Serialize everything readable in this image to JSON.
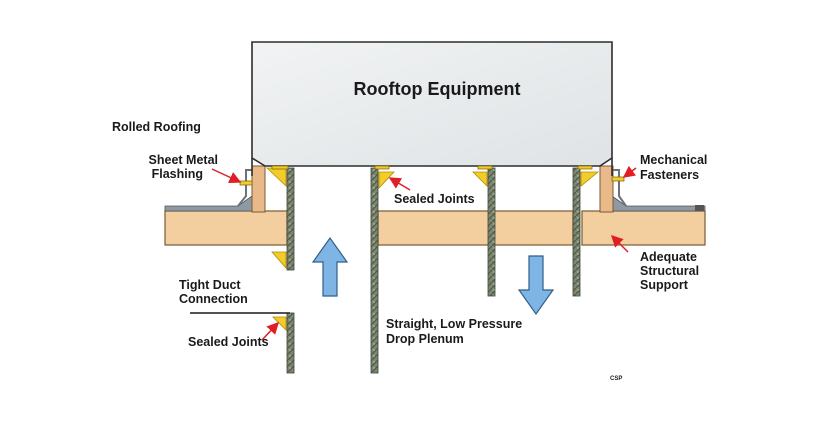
{
  "diagram": {
    "equipment_label": "Rooftop Equipment",
    "labels": {
      "rolled_roofing": "Rolled Roofing",
      "sheet_metal_line1": "Sheet Metal",
      "sheet_metal_line2": "Flashing",
      "mechanical_line1": "Mechanical",
      "mechanical_line2": "Fasteners",
      "sealed_joints_top": "Sealed Joints",
      "adequate_line1": "Adequate",
      "adequate_line2": "Structural",
      "adequate_line3": "Support",
      "tight_duct_line1": "Tight Duct",
      "tight_duct_line2": "Connection",
      "sealed_joints_bottom": "Sealed Joints",
      "plenum_line1": "Straight, Low Pressure",
      "plenum_line2": "Drop Plenum",
      "credit": "CSP"
    },
    "colors": {
      "equipment_fill": "#e9ecee",
      "deck_fill": "#f3cfa0",
      "curb_fill": "#eab98a",
      "duct_wall": "#6f7a62",
      "sealant": "#f2cc2a",
      "arrow_blue": "#7fb5e4",
      "arrow_red": "#e01e26"
    }
  }
}
